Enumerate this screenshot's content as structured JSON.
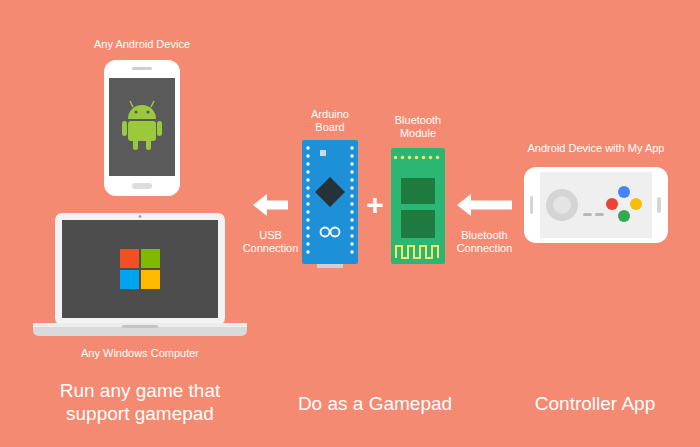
{
  "diagram": {
    "nodes": [
      {
        "text": [
          "Any Android Device"
        ]
      },
      {
        "text": [
          "Any Windows Computer"
        ]
      },
      {
        "text": [
          "Arduino Board"
        ]
      },
      {
        "text": [
          "Bluetooth Module"
        ]
      },
      {
        "text": [
          "Android Device with My App"
        ]
      }
    ],
    "edges": [
      {
        "from": 2,
        "to": 1,
        "arrow": "to",
        "label": "USB Connection"
      },
      {
        "from": 4,
        "to": 3,
        "arrow": "to",
        "label": "Bluetooth Connection"
      }
    ],
    "labels": [
      "+",
      "Run any game that support gamepad",
      "Do as a Gamepad",
      "Controller App"
    ]
  }
}
